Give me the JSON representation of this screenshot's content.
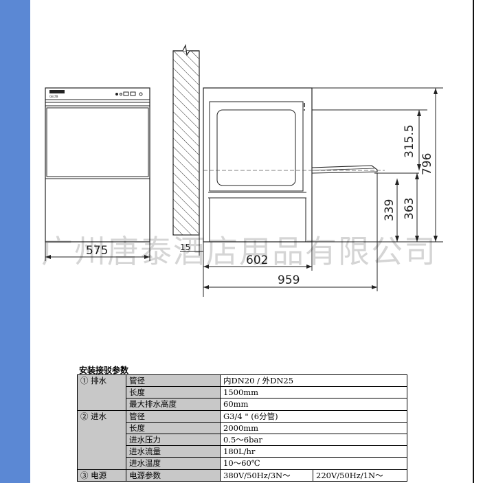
{
  "drawing": {
    "control_logo": "GELTB",
    "dimensions": {
      "width_front": "575",
      "wall_gap": "15",
      "depth": "602",
      "depth_open": "959",
      "height_total": "796",
      "height_mid": "315.5",
      "height_door_a": "339",
      "height_door_b": "363"
    }
  },
  "watermark": "广州唐泰酒店用品有限公司",
  "table": {
    "title": "安装接驳参数",
    "groups": [
      {
        "name": "① 排水",
        "rows": [
          {
            "label": "管径",
            "value": "内DN20 / 外DN25"
          },
          {
            "label": "长度",
            "value": "1500mm"
          },
          {
            "label": "最大排水高度",
            "value": "60mm"
          }
        ]
      },
      {
        "name": "② 进水",
        "rows": [
          {
            "label": "管径",
            "value": "G3/4 \" (6分管)"
          },
          {
            "label": "长度",
            "value": "2000mm"
          },
          {
            "label": "进水压力",
            "value": "0.5～6bar"
          },
          {
            "label": "进水流量",
            "value": "180L/hr"
          },
          {
            "label": "进水温度",
            "value": "10～60℃"
          }
        ]
      },
      {
        "name": "③ 电源",
        "rows": [
          {
            "label": "电源参数",
            "value": "380V/50Hz/3N～",
            "value2": "220V/50Hz/1N～"
          }
        ]
      }
    ]
  }
}
